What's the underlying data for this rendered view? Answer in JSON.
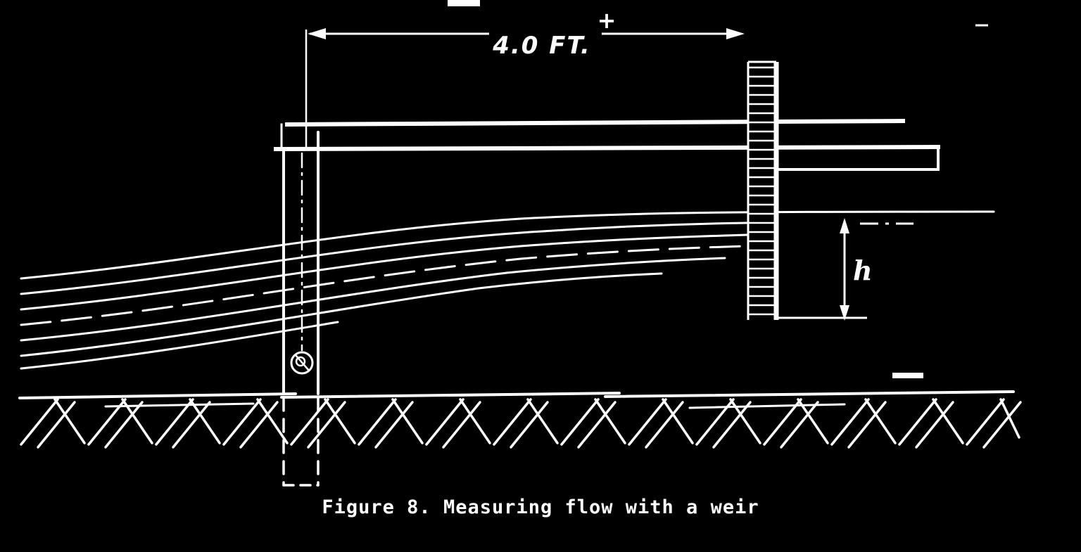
{
  "figure": {
    "caption": "Figure 8. Measuring flow with a weir",
    "dimension_label": "4.0 FT.",
    "dimension_suffix": "+",
    "head_label": "h"
  },
  "colors": {
    "background": "#000000",
    "foreground": "#ffffff"
  }
}
